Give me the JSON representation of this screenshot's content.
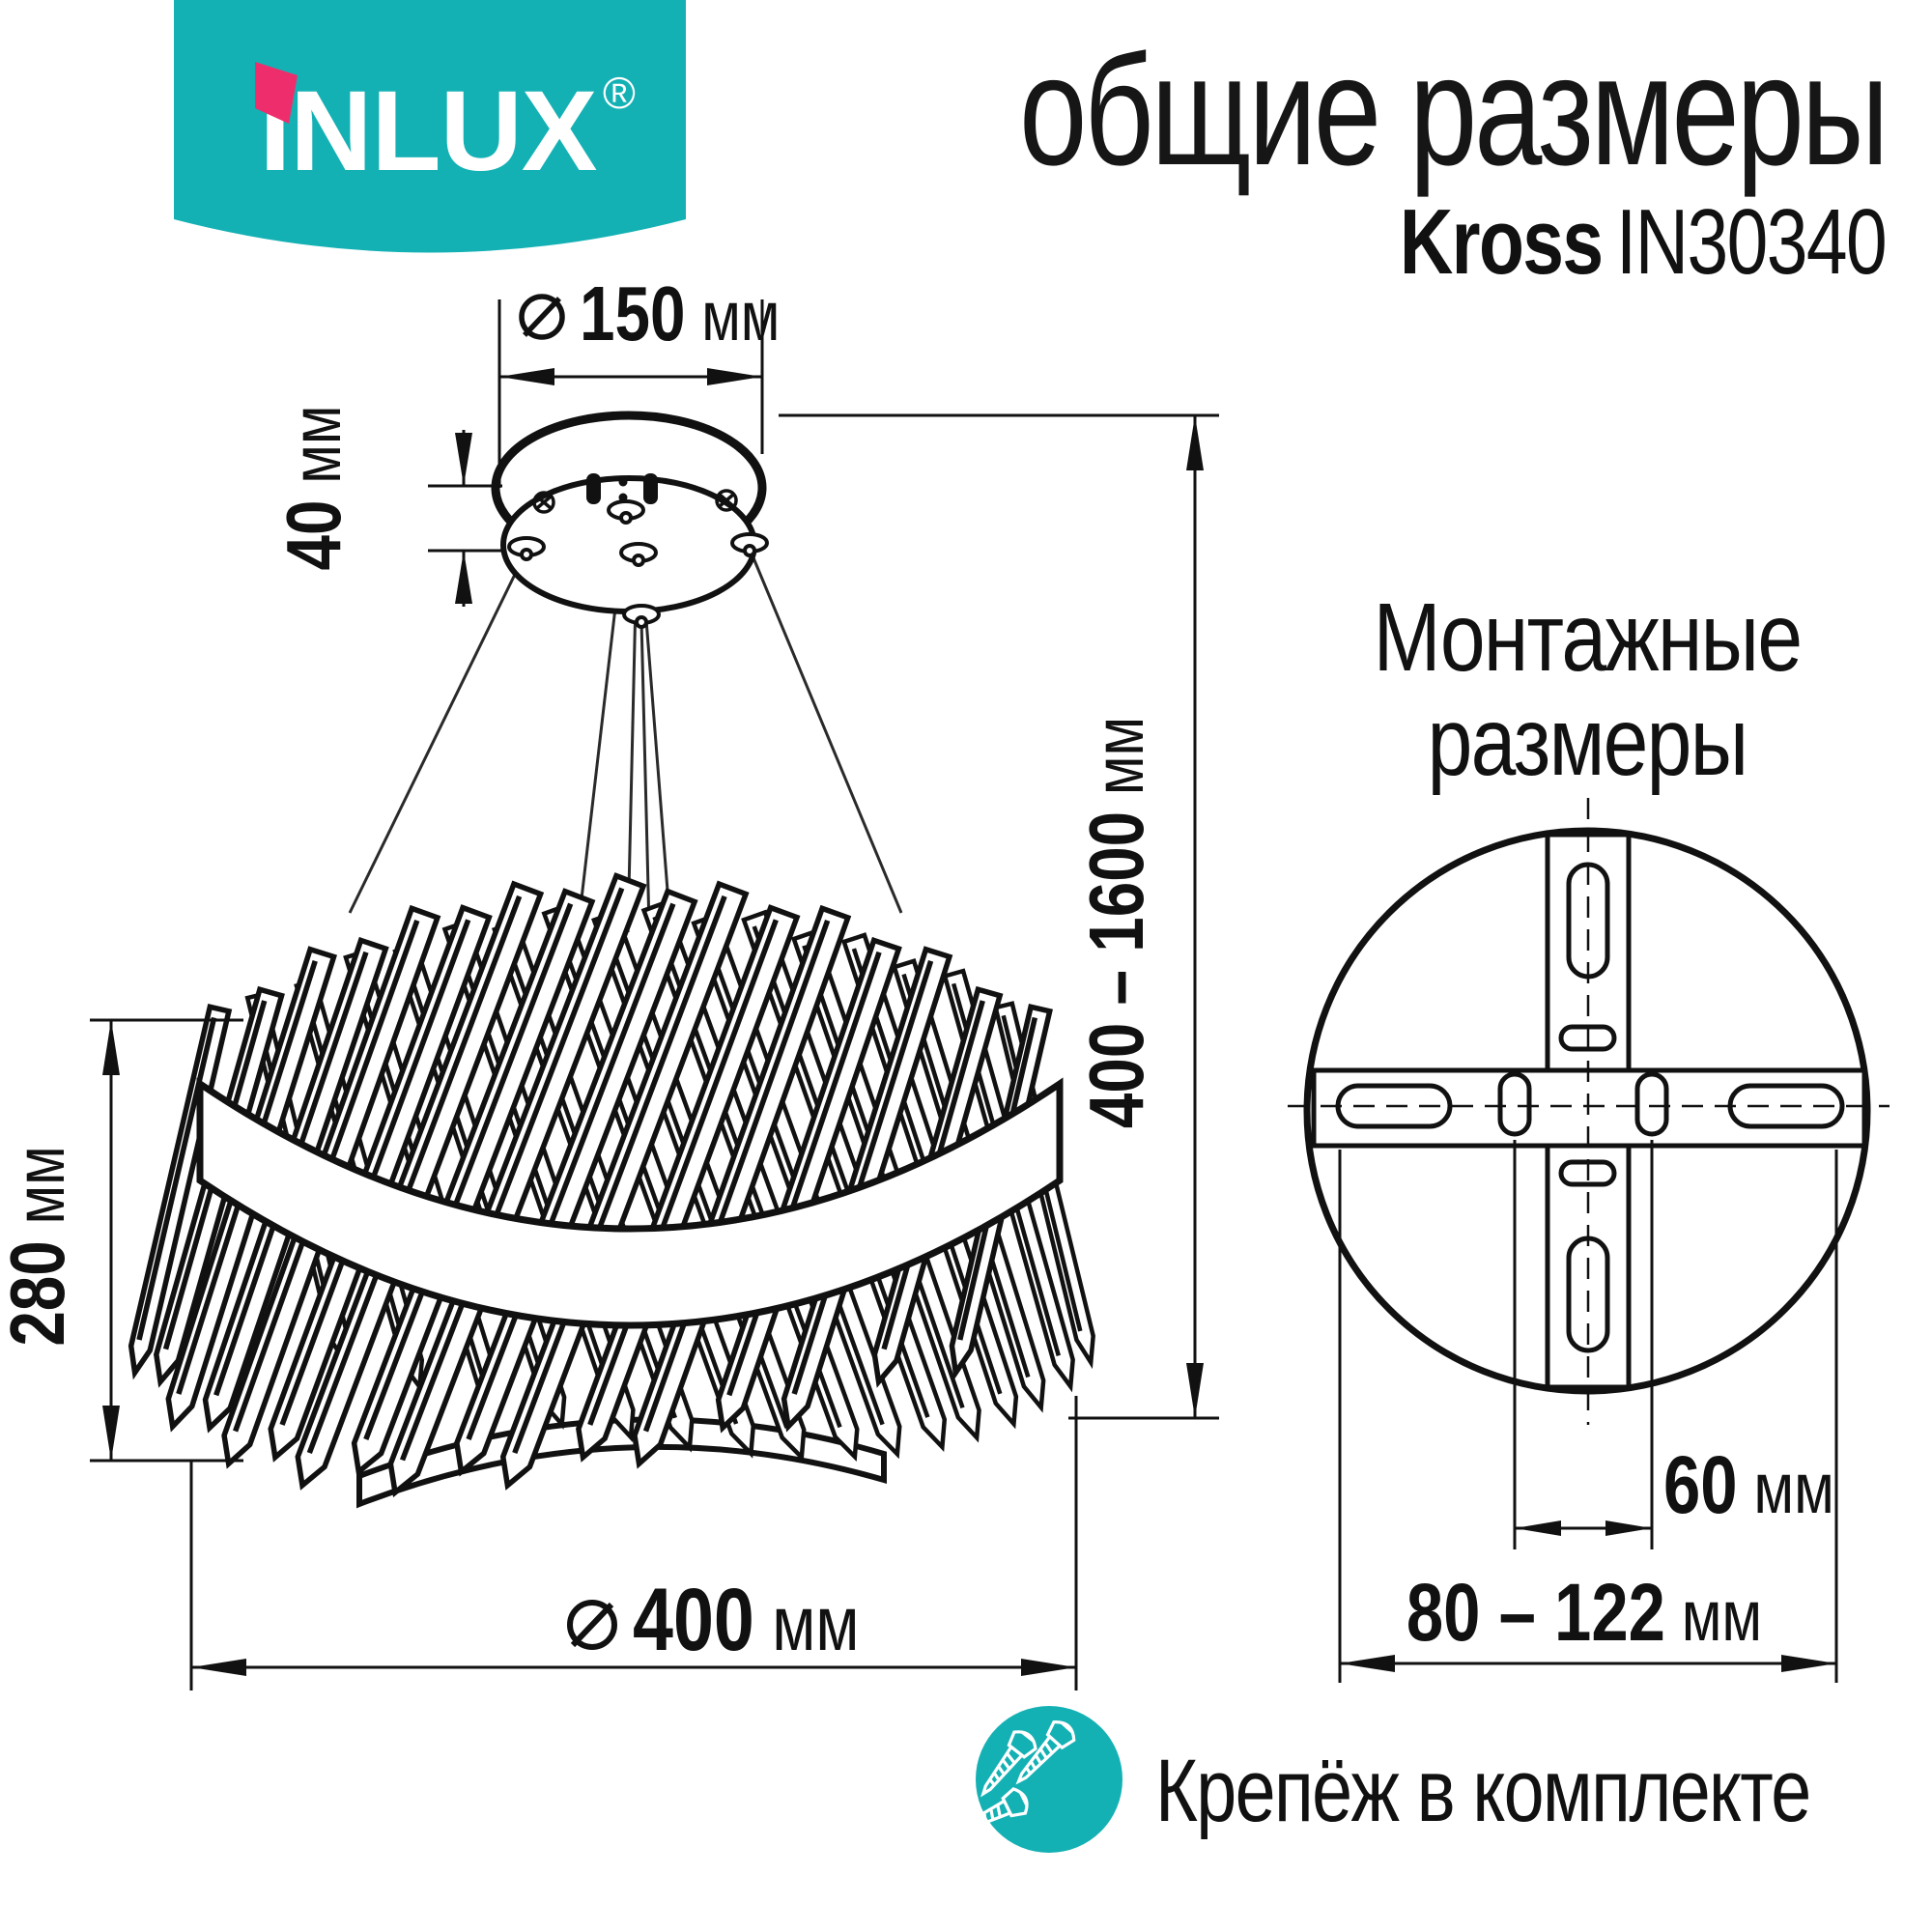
{
  "brand": {
    "logo_text": "INLUX",
    "registered_mark": "®"
  },
  "header": {
    "title": "общие размеры",
    "product_name": "Kross",
    "product_code": "IN30340"
  },
  "dimensions": {
    "canopy_diameter": {
      "symbol": "⌀",
      "value": "150",
      "unit": "мм"
    },
    "canopy_height": {
      "value": "40",
      "unit": "мм"
    },
    "suspension_height": {
      "value": "400 – 1600",
      "unit": "мм"
    },
    "fixture_height": {
      "value": "280",
      "unit": "мм"
    },
    "fixture_diameter": {
      "symbol": "⌀",
      "value": "400",
      "unit": "мм"
    }
  },
  "mounting": {
    "title_line1": "Монтажные",
    "title_line2": "размеры",
    "hole_spacing": {
      "value": "60",
      "unit": "мм"
    },
    "bracket_span": {
      "value": "80 – 122",
      "unit": "мм"
    }
  },
  "footer": {
    "fasteners_note": "Крепёж в комплекте"
  },
  "icons": {
    "fasteners": "screws-in-teal-circle",
    "diameter_symbol": "slashed-circle"
  },
  "colors": {
    "accent_teal": "#14b1b4",
    "accent_pink": "#ee2e6c",
    "line": "#111111"
  }
}
